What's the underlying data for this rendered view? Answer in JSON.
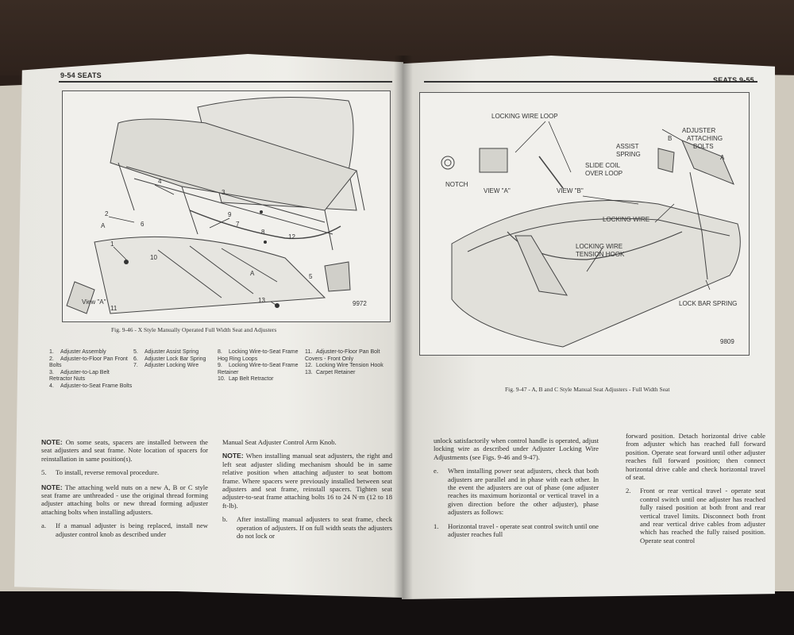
{
  "left_page": {
    "running_head": "9-54 SEATS",
    "figure": {
      "callouts": [
        "1",
        "2",
        "3",
        "4",
        "5",
        "6",
        "7",
        "8",
        "9",
        "10",
        "11",
        "12",
        "13",
        "A",
        "A",
        "View \"A\""
      ],
      "number": "9972",
      "caption": "Fig. 9-46 - X Style Manually Operated Full Width Seat and Adjusters"
    },
    "legend": [
      {
        "n": "1.",
        "text": "Adjuster Assembly"
      },
      {
        "n": "2.",
        "text": "Adjuster-to-Floor Pan Front Bolts"
      },
      {
        "n": "3.",
        "text": "Adjuster-to-Lap Belt Retractor Nuts"
      },
      {
        "n": "4.",
        "text": "Adjuster-to-Seat Frame Bolts"
      },
      {
        "n": "5.",
        "text": "Adjuster Assist Spring"
      },
      {
        "n": "6.",
        "text": "Adjuster Lock Bar Spring"
      },
      {
        "n": "7.",
        "text": "Adjuster Locking Wire"
      },
      {
        "n": "8.",
        "text": "Locking Wire-to-Seat Frame Hog Ring Loops"
      },
      {
        "n": "9.",
        "text": "Locking Wire-to-Seat Frame Retainer"
      },
      {
        "n": "10.",
        "text": "Lap Belt Retractor"
      },
      {
        "n": "11.",
        "text": "Adjuster-to-Floor Pan Bolt Covers - Front Only"
      },
      {
        "n": "12.",
        "text": "Locking Wire Tension Hook"
      },
      {
        "n": "13.",
        "text": "Carpet Retainer"
      }
    ],
    "col1": {
      "note_label": "NOTE:",
      "note_text": " On some seats, spacers are installed between the seat adjusters and seat frame. Note location of spacers for reinstallation in same position(s).",
      "step5": {
        "lbl": "5.",
        "text": "To install, reverse removal procedure."
      },
      "note2_label": "NOTE:",
      "note2_text": " The attaching weld nuts on a new A, B or C style seat frame are unthreaded - use the original thread forming adjuster attaching bolts or new thread forming adjuster attaching bolts when installing adjusters.",
      "step_a": {
        "lbl": "a.",
        "text": "If a manual adjuster is being replaced, install new adjuster control knob as described under"
      }
    },
    "col2": {
      "lead": "Manual Seat Adjuster Control Arm Knob.",
      "note_label": "NOTE:",
      "note_text": " When installing manual seat adjusters, the right and left seat adjuster sliding mechanism should be in same relative position when attaching adjuster to seat bottom frame. Where spacers were previously installed between seat adjusters and seat frame, reinstall spacers. Tighten seat adjuster-to-seat frame attaching bolts 16 to 24 N·m (12 to 18 ft-lb).",
      "step_b": {
        "lbl": "b.",
        "text": "After installing manual adjusters to seat frame, check operation of adjusters. If on full width seats the adjusters do not lock or"
      }
    }
  },
  "right_page": {
    "running_head": "SEATS 9-55",
    "figure": {
      "labels": {
        "locking_wire_loop": "LOCKING WIRE LOOP",
        "notch": "NOTCH",
        "view_a": "VIEW \"A\"",
        "view_b": "VIEW \"B\"",
        "slide_coil": "SLIDE COIL",
        "over_loop": "OVER LOOP",
        "assist": "ASSIST",
        "spring": "SPRING",
        "adjuster": "ADJUSTER",
        "attaching": "ATTACHING",
        "bolts": "BOLTS",
        "b_letter": "B",
        "a_letter": "A",
        "locking_wire": "LOCKING WIRE",
        "locking_wire_2": "LOCKING WIRE",
        "tension_hook": "TENSION HOOK",
        "lock_bar_spring": "LOCK BAR SPRING"
      },
      "number": "9809",
      "caption": "Fig. 9-47 - A, B and C Style Manual Seat Adjusters - Full Width Seat"
    },
    "col1": {
      "lead": "unlock satisfactorily when control handle is operated, adjust locking wire as described under Adjuster Locking Wire Adjustments (see Figs. 9-46 and 9-47).",
      "step_e": {
        "lbl": "e.",
        "text": "When installing power seat adjusters, check that both adjusters are parallel and in phase with each other. In the event the adjusters are out of phase (one adjuster reaches its maximum horizontal or vertical travel in a given direction before the other adjuster), phase adjusters as follows:"
      },
      "step_1": {
        "lbl": "1.",
        "text": "Horizontal travel - operate seat control switch until one adjuster reaches full"
      }
    },
    "col2": {
      "lead": "forward position. Detach horizontal drive cable from adjuster which has reached full forward position. Operate seat forward until other adjuster reaches full forward position; then connect horizontal drive cable and check horizontal travel of seat.",
      "step_2": {
        "lbl": "2.",
        "text": "Front or rear vertical travel - operate seat control switch until one adjuster has reached fully raised position at both front and rear vertical travel limits. Disconnect both front and rear vertical drive cables from adjuster which has reached the fully raised position. Operate seat control"
      }
    }
  },
  "colors": {
    "paper": "#ecebe6",
    "ink": "#2b2a28",
    "carpet": "#2a1f1a"
  }
}
